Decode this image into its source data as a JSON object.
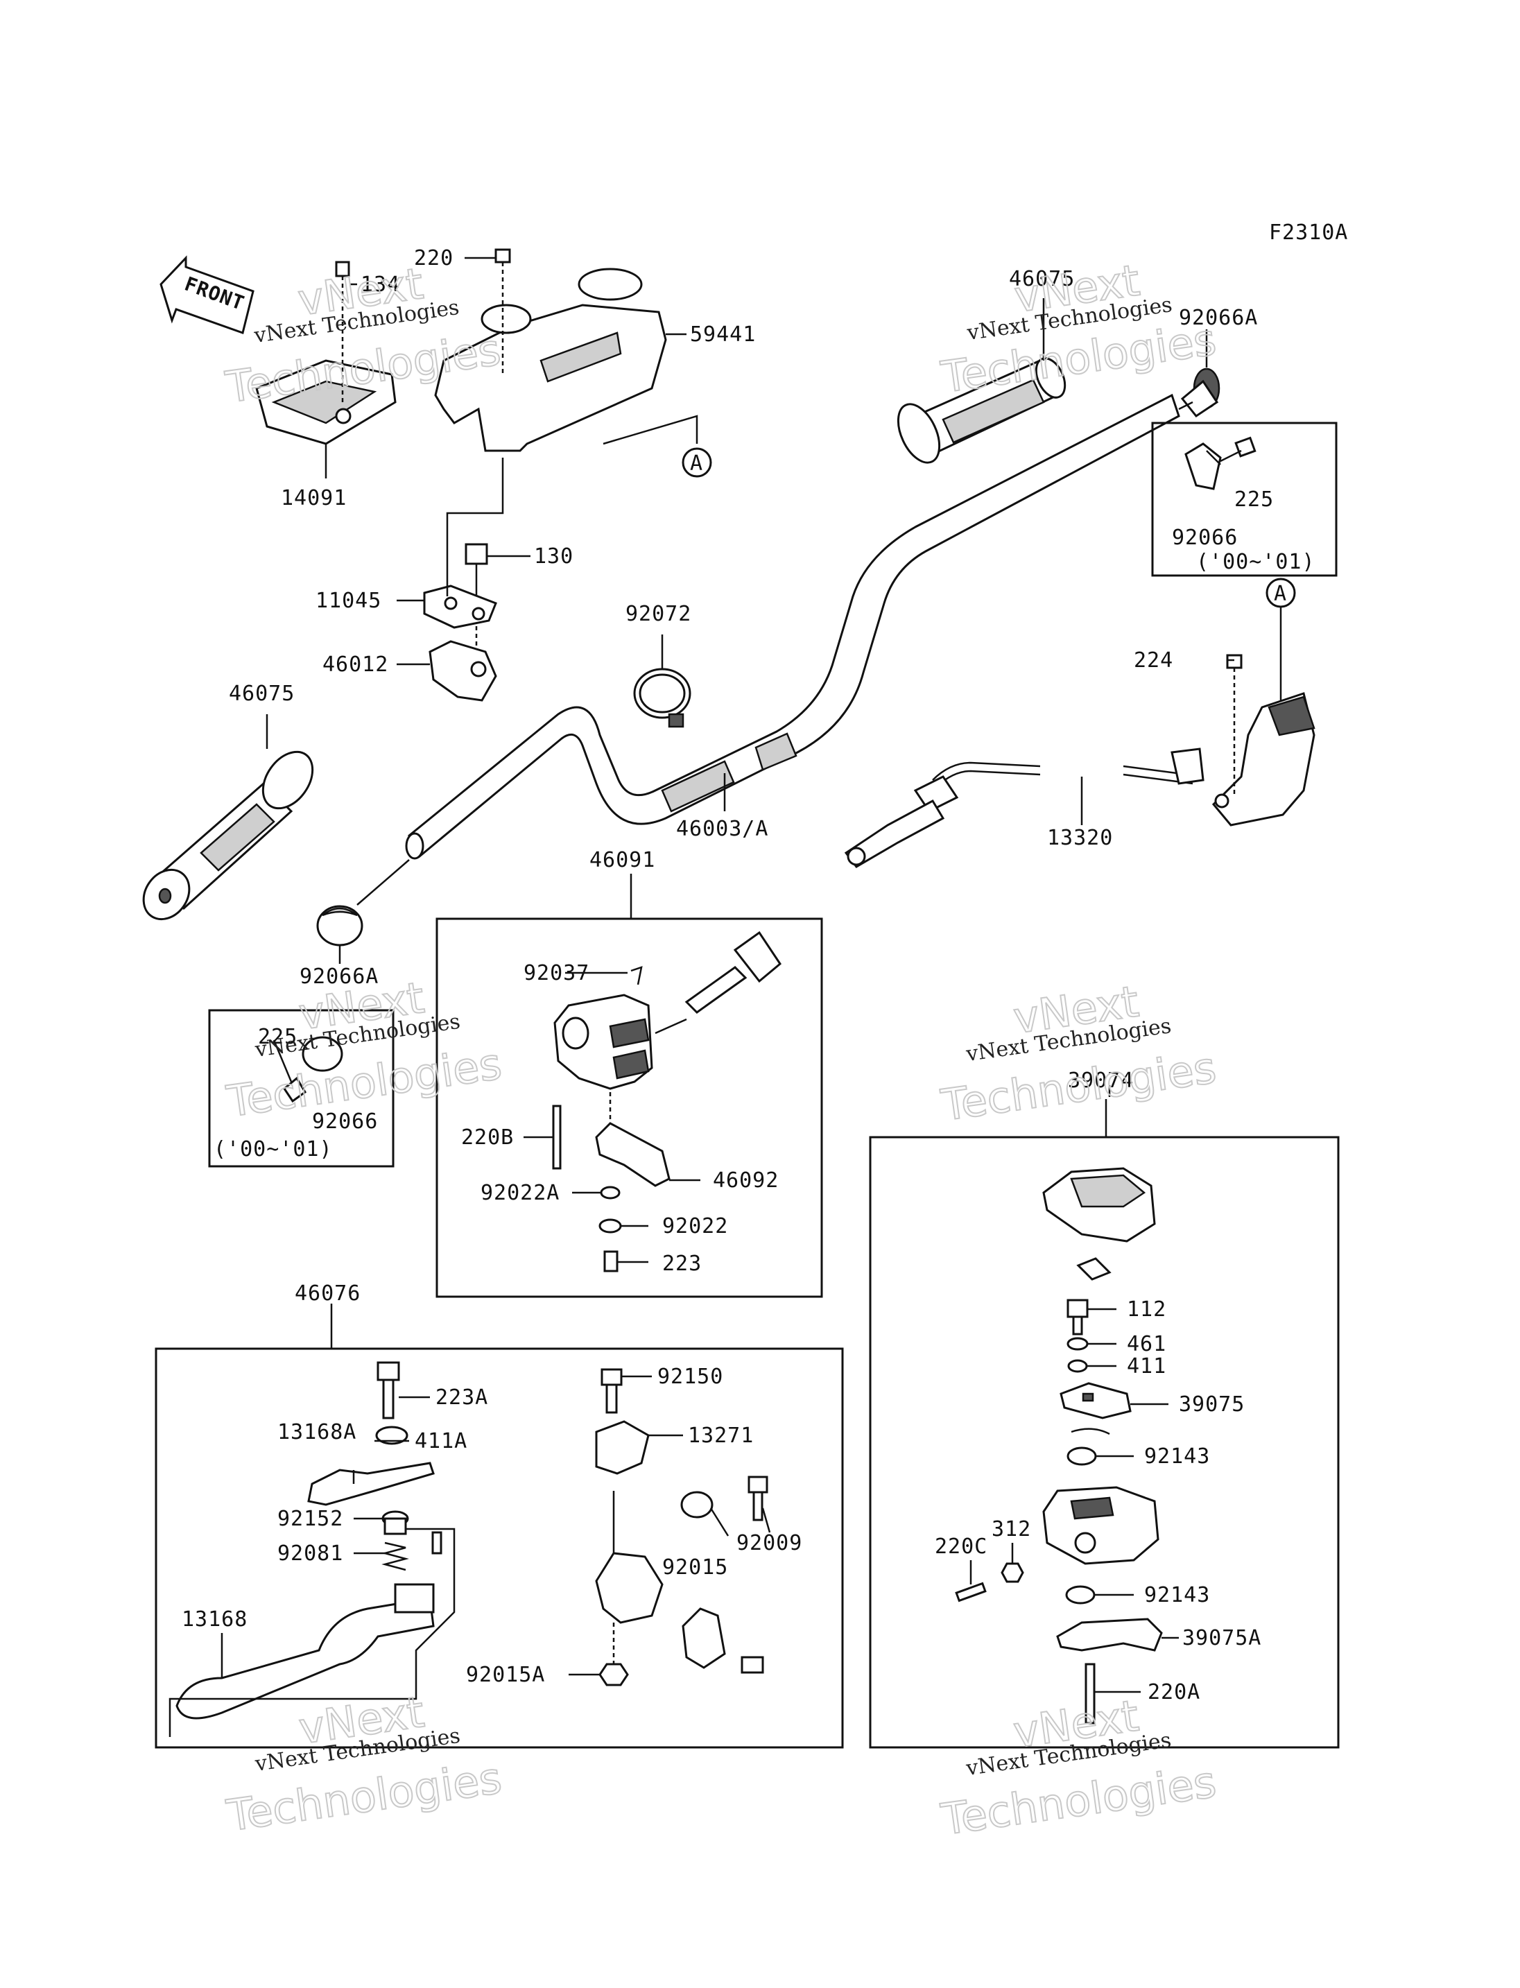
{
  "figure_code": "F2310A",
  "front_arrow_label": "FRONT",
  "watermark": {
    "line1": "vNext Technologies",
    "line2": "Technologies",
    "line3": "vNext"
  },
  "callout_A": "A",
  "labels": {
    "p220": "220",
    "p134": "134",
    "p59441": "59441",
    "p14091": "14091",
    "p130": "130",
    "p11045": "11045",
    "p46012": "46012",
    "p92072": "92072",
    "p46075_left": "46075",
    "p46003A": "46003/A",
    "p92066A_left": "92066A",
    "p46075_right": "46075",
    "p92066A_right": "92066A",
    "p225_right": "225",
    "p92066_right": "92066",
    "years_right": "('00~'01)",
    "p224": "224",
    "p13320": "13320",
    "p46091": "46091",
    "p92037": "92037",
    "p220B": "220B",
    "p46092": "46092",
    "p92022A": "92022A",
    "p92022": "92022",
    "p223": "223",
    "p225_left": "225",
    "p92066_left": "92066",
    "years_left": "('00~'01)",
    "p39074": "39074",
    "p112": "112",
    "p461": "461",
    "p411": "411",
    "p39075": "39075",
    "p92143_a": "92143",
    "p312": "312",
    "p220C": "220C",
    "p92143_b": "92143",
    "p39075A": "39075A",
    "p220A": "220A",
    "p46076": "46076",
    "p223A": "223A",
    "p13168A": "13168A",
    "p411A": "411A",
    "p92152": "92152",
    "p92081": "92081",
    "p13168": "13168",
    "p92150": "92150",
    "p13271": "13271",
    "p92015": "92015",
    "p92009": "92009",
    "p92015A": "92015A"
  },
  "colors": {
    "ink": "#111111",
    "paper": "#ffffff",
    "watermark_outline": "#c9c9c9"
  }
}
